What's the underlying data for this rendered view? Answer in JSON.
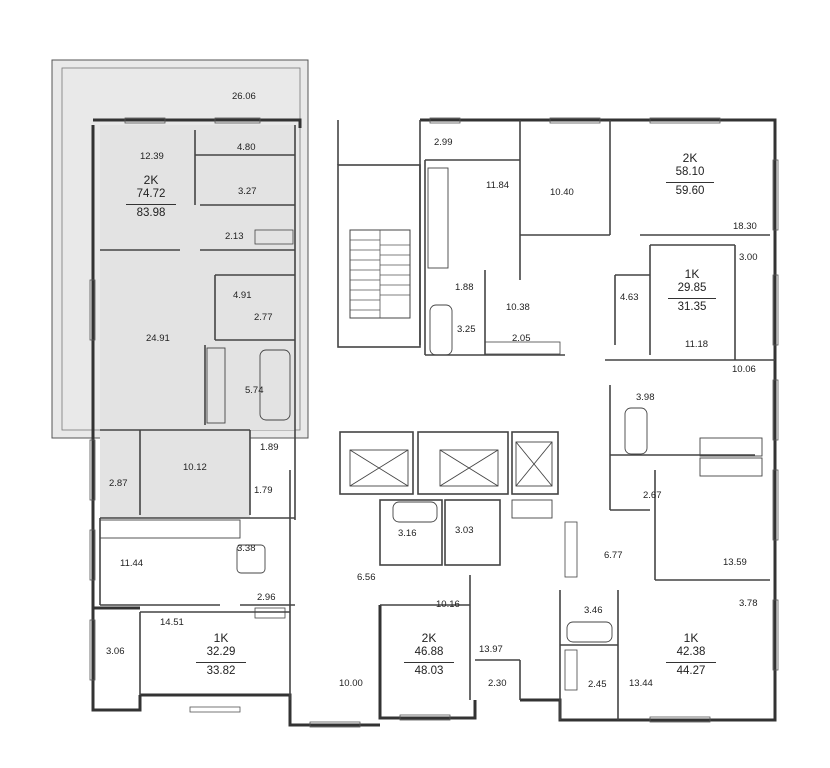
{
  "apartments": [
    {
      "id": "apt-nw",
      "type": "2K",
      "living": "74.72",
      "total": "83.98"
    },
    {
      "id": "apt-ne",
      "type": "2K",
      "living": "58.10",
      "total": "59.60"
    },
    {
      "id": "apt-east-upper",
      "type": "1K",
      "living": "29.85",
      "total": "31.35"
    },
    {
      "id": "apt-sw",
      "type": "1K",
      "living": "32.29",
      "total": "33.82"
    },
    {
      "id": "apt-south",
      "type": "2K",
      "living": "46.88",
      "total": "48.03"
    },
    {
      "id": "apt-se",
      "type": "1K",
      "living": "42.38",
      "total": "44.27"
    }
  ],
  "rooms": [
    "26.06",
    "12.39",
    "4.80",
    "3.27",
    "2.13",
    "24.91",
    "4.91",
    "2.77",
    "5.74",
    "1.89",
    "10.12",
    "2.87",
    "1.79",
    "11.44",
    "3.38",
    "2.96",
    "14.51",
    "3.06",
    "10.00",
    "2.99",
    "11.84",
    "10.40",
    "18.30",
    "1.88",
    "3.25",
    "10.38",
    "2.05",
    "3.00",
    "4.63",
    "11.18",
    "10.06",
    "3.98",
    "2.67",
    "6.77",
    "13.59",
    "3.16",
    "3.03",
    "6.56",
    "10.16",
    "13.97",
    "2.30",
    "3.46",
    "3.78",
    "2.45",
    "13.44"
  ]
}
